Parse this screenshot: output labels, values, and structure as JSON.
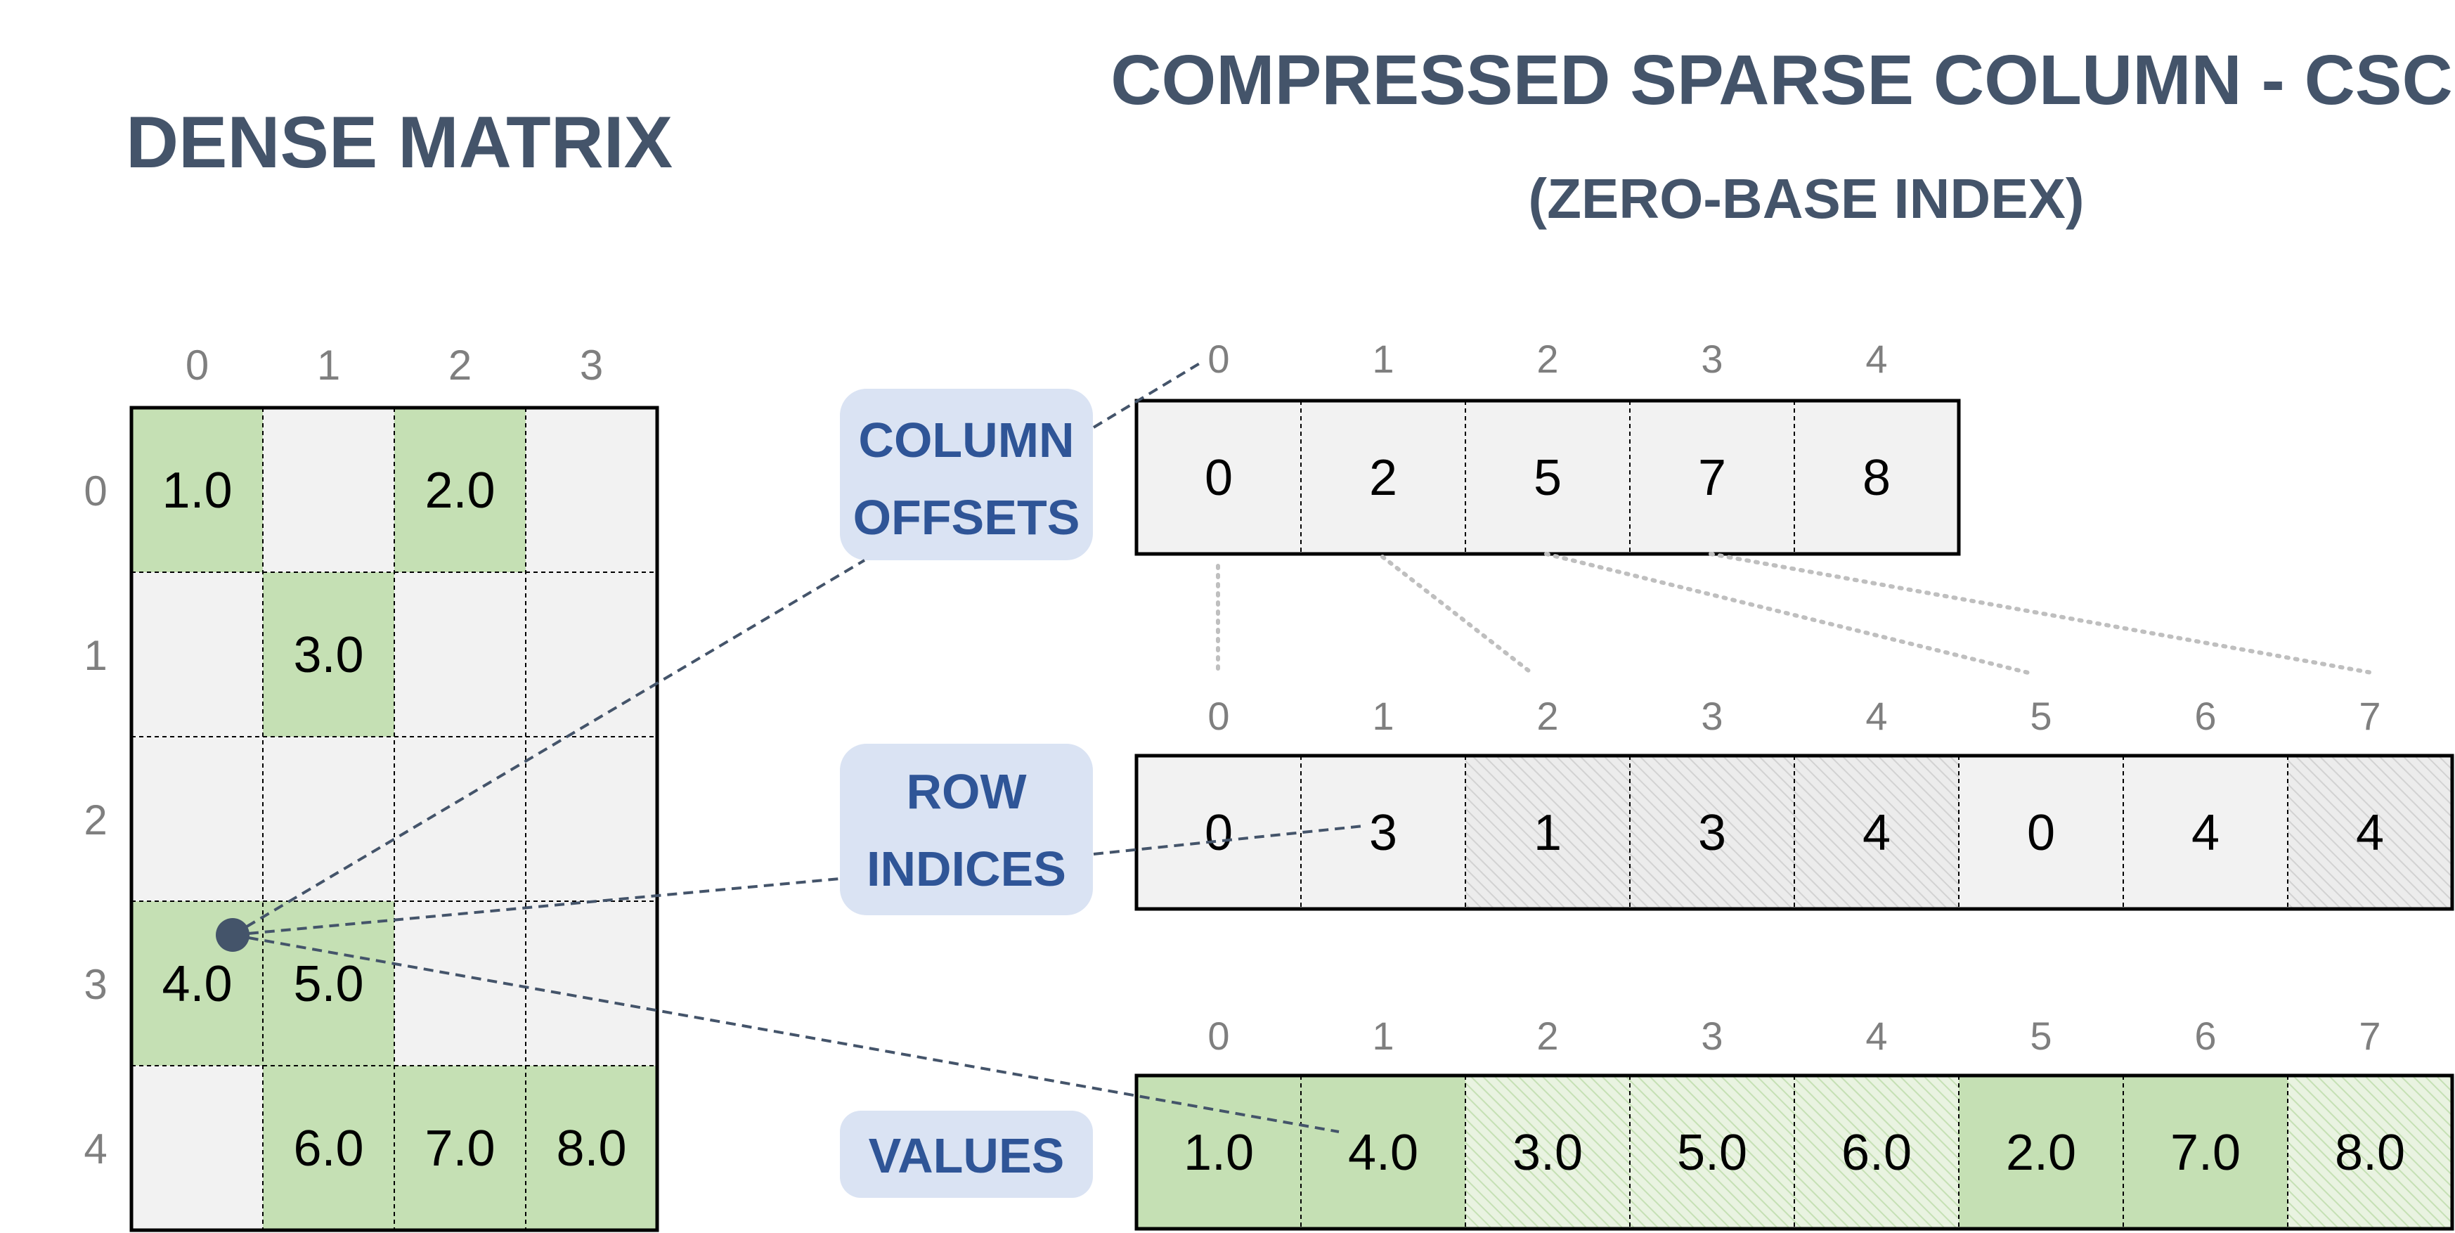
{
  "colors": {
    "title": "#44546a",
    "label_box": "#dae3f3",
    "label_text": "#2f5597",
    "cell_gray": "#f2f2f2",
    "cell_green": "#c5e0b4",
    "index_text": "#7f7f7f",
    "leader_line": "#44546a",
    "dotted_line": "#bfbfbf",
    "cell_text": "#000000"
  },
  "dense_matrix": {
    "title": "DENSE MATRIX",
    "col_indices": [
      "0",
      "1",
      "2",
      "3"
    ],
    "row_indices": [
      "0",
      "1",
      "2",
      "3",
      "4"
    ],
    "cells": [
      [
        "1.0",
        "",
        "2.0",
        ""
      ],
      [
        "",
        "3.0",
        "",
        ""
      ],
      [
        "",
        "",
        "",
        ""
      ],
      [
        "4.0",
        "5.0",
        "",
        ""
      ],
      [
        "",
        "6.0",
        "7.0",
        "8.0"
      ]
    ],
    "highlighted": [
      [
        true,
        false,
        true,
        false
      ],
      [
        false,
        true,
        false,
        false
      ],
      [
        false,
        false,
        false,
        false
      ],
      [
        true,
        true,
        false,
        false
      ],
      [
        false,
        true,
        true,
        true
      ]
    ]
  },
  "csc": {
    "title_line1": "COMPRESSED SPARSE COLUMN - CSC",
    "title_line2": "(ZERO-BASE INDEX)",
    "column_offsets": {
      "label_line1": "COLUMN",
      "label_line2": "OFFSETS",
      "indices": [
        "0",
        "1",
        "2",
        "3",
        "4"
      ],
      "values": [
        "0",
        "2",
        "5",
        "7",
        "8"
      ]
    },
    "row_indices": {
      "label_line1": "ROW",
      "label_line2": "INDICES",
      "indices": [
        "0",
        "1",
        "2",
        "3",
        "4",
        "5",
        "6",
        "7"
      ],
      "values": [
        "0",
        "3",
        "1",
        "3",
        "4",
        "0",
        "4",
        "4"
      ],
      "hatched": [
        false,
        false,
        true,
        true,
        true,
        false,
        false,
        true
      ]
    },
    "values": {
      "label": "VALUES",
      "indices": [
        "0",
        "1",
        "2",
        "3",
        "4",
        "5",
        "6",
        "7"
      ],
      "values": [
        "1.0",
        "4.0",
        "3.0",
        "5.0",
        "6.0",
        "2.0",
        "7.0",
        "8.0"
      ],
      "hatched": [
        false,
        false,
        true,
        true,
        true,
        false,
        false,
        true
      ]
    }
  }
}
